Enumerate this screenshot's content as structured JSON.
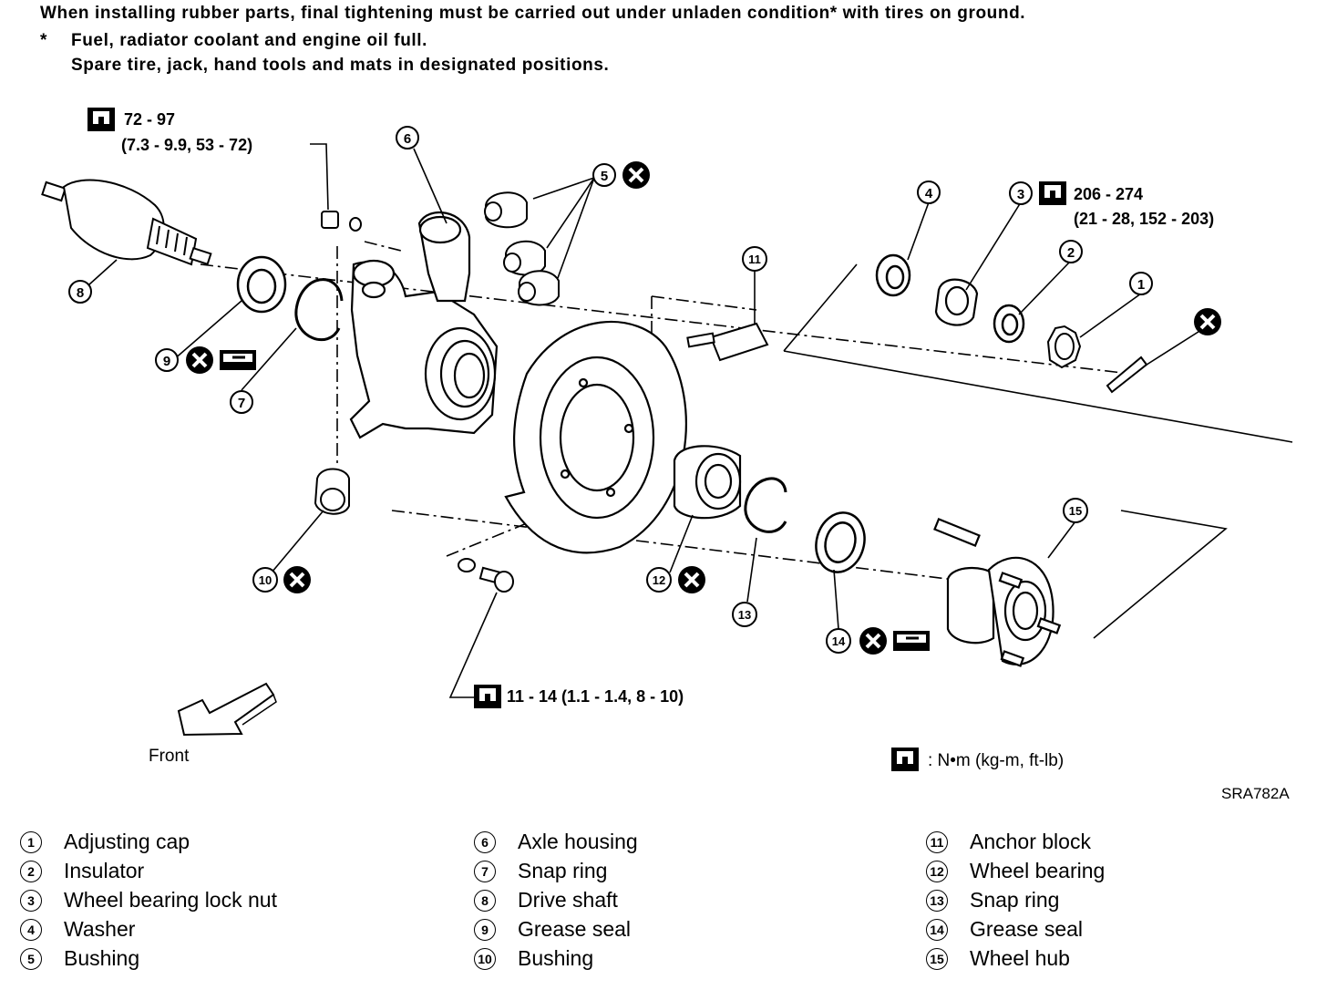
{
  "notes": {
    "line1": "When installing rubber parts, final tightening must be carried out under unladen condition* with tires on ground.",
    "star": "*",
    "line2": "Fuel, radiator coolant and engine oil full.",
    "line3": "Spare tire, jack, hand tools and mats in designated positions."
  },
  "torque_specs": {
    "drive_shaft_nut": [
      "72 - 97",
      "(7.3 - 9.9, 53 - 72)"
    ],
    "lock_nut": [
      "206 - 274",
      "(21 - 28, 152 - 203)"
    ],
    "backing_plate_bolt": "11 - 14 (1.1 - 1.4, 8 - 10)"
  },
  "callouts": [
    "1",
    "2",
    "3",
    "4",
    "5",
    "6",
    "7",
    "8",
    "9",
    "10",
    "11",
    "12",
    "13",
    "14",
    "15"
  ],
  "direction_label": "Front",
  "units_legend": ": N•m (kg-m, ft-lb)",
  "figure_code": "SRA782A",
  "legend": [
    {
      "num": "1",
      "label": "Adjusting cap"
    },
    {
      "num": "2",
      "label": "Insulator"
    },
    {
      "num": "3",
      "label": "Wheel bearing lock nut"
    },
    {
      "num": "4",
      "label": "Washer"
    },
    {
      "num": "5",
      "label": "Bushing"
    },
    {
      "num": "6",
      "label": "Axle housing"
    },
    {
      "num": "7",
      "label": "Snap ring"
    },
    {
      "num": "8",
      "label": "Drive shaft"
    },
    {
      "num": "9",
      "label": "Grease seal"
    },
    {
      "num": "10",
      "label": "Bushing"
    },
    {
      "num": "11",
      "label": "Anchor block"
    },
    {
      "num": "12",
      "label": "Wheel bearing"
    },
    {
      "num": "13",
      "label": "Snap ring"
    },
    {
      "num": "14",
      "label": "Grease seal"
    },
    {
      "num": "15",
      "label": "Wheel hub"
    }
  ],
  "icons": {
    "torque": "torque-wrench-icon",
    "replace": "do-not-reuse-icon",
    "grease": "apply-grease-icon"
  }
}
